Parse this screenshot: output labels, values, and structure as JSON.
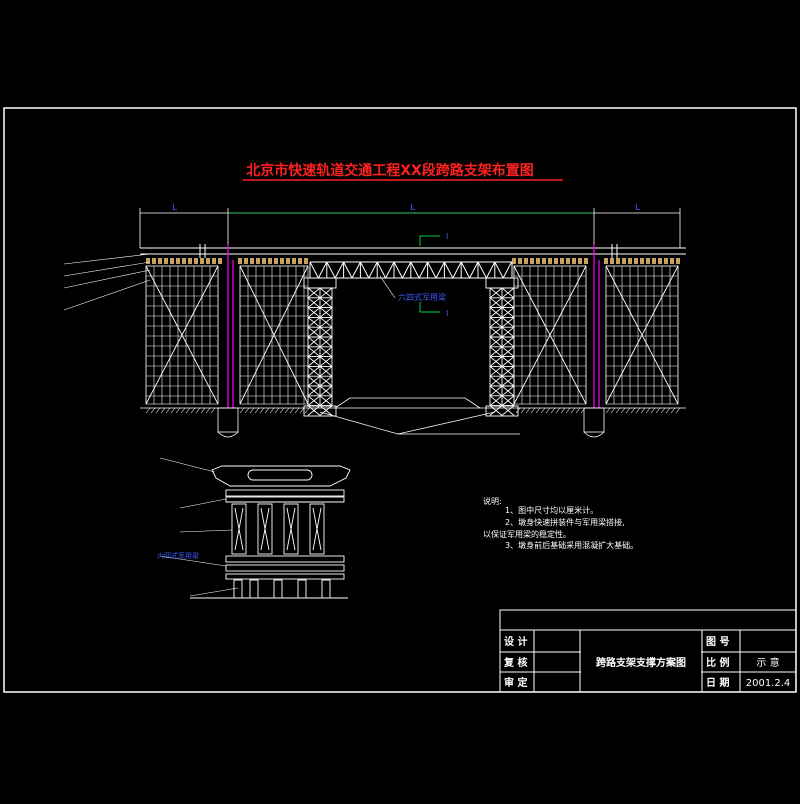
{
  "drawing": {
    "title": "北京市快速轨道交通工程XX段跨路支架布置图",
    "dim_left": "L",
    "dim_center": "L",
    "dim_right": "L",
    "section_mark_top": "I",
    "section_mark_bottom": "I",
    "label_truss": "六四式军用梁",
    "label_foundation": "",
    "left_labels": [
      "",
      "",
      "",
      ""
    ],
    "section_labels": {
      "top": "",
      "beam": "",
      "column": "",
      "truss": "六四式军用梁",
      "bottom": ""
    }
  },
  "notes": {
    "heading": "说明:",
    "lines": [
      "1、图中尺寸均以厘米计。",
      "2、墩身快速拼装件与军用梁搭接,",
      "以保证军用梁的稳定性。",
      "3、墩身前后基础采用混凝扩大基础。"
    ]
  },
  "title_block": {
    "design": "设 计",
    "review": "复 核",
    "approve": "审 定",
    "drawing_name": "跨路支架支撑方案图",
    "drawing_no_label": "图 号",
    "drawing_no_value": "",
    "scale_label": "比 例",
    "scale_value": "示 意",
    "date_label": "日 期",
    "date_value": "2001.2.4"
  },
  "colors": {
    "background": "#000000",
    "lines": "#ffffff",
    "title": "#ff2020",
    "labels": "#3a5cff",
    "axis": "#00cc44",
    "magenta": "#ff00ff",
    "deck": "#c8a060"
  }
}
